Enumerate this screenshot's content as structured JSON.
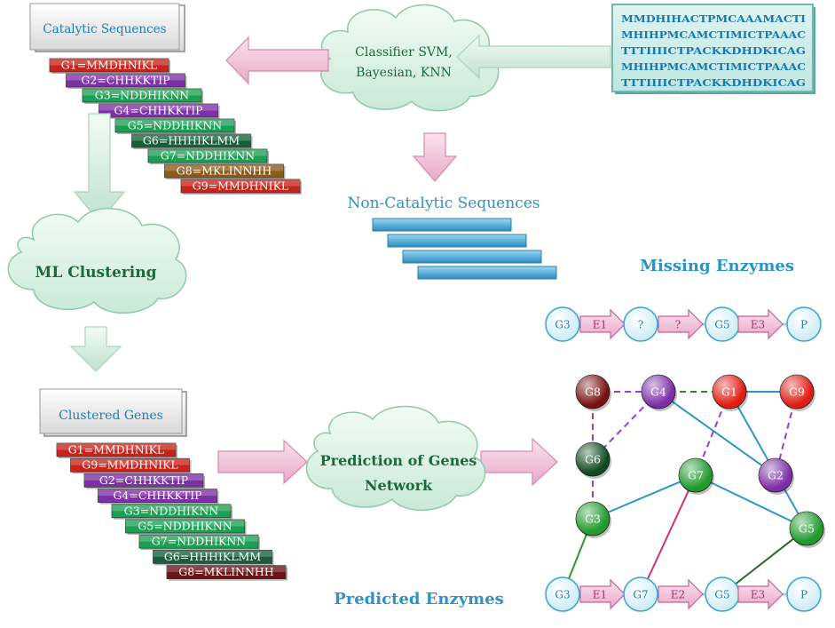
{
  "labels": {
    "catalytic": "Catalytic Sequences",
    "classifier_line1": "Classifier SVM,",
    "classifier_line2": "Bayesian, KNN",
    "non_catalytic": "Non-Catalytic Sequences",
    "ml_clustering": "ML Clustering",
    "missing_enzymes": "Missing Enzymes",
    "clustered_genes": "Clustered Genes",
    "prediction_line1": "Prediction of Genes",
    "prediction_line2": "Network",
    "predicted_enzymes": "Predicted Enzymes"
  },
  "input_sequences": [
    "MMDHIHACTPMCAAAMACTI",
    "MHIHPMCAMCTIMICTPAAAC",
    "TTTIIIICTPACKKDHDKICAG",
    "MHIHPMCAMCTIMICTPAAAC",
    "TTTIIIICTPACKKDHDKICAG"
  ],
  "catalytic_genes": [
    {
      "label": "G1=MMDHNIKL",
      "color": "#c8221a"
    },
    {
      "label": "G2=CHHKKTIP",
      "color": "#7d2fa8"
    },
    {
      "label": "G3=NDDHIKNN",
      "color": "#1aa052"
    },
    {
      "label": "G4=CHHKKTIP",
      "color": "#7d2fa8"
    },
    {
      "label": "G5=NDDHIKNN",
      "color": "#1aa052"
    },
    {
      "label": "G6=HHHIKLMM",
      "color": "#15603a"
    },
    {
      "label": "G7=NDDHIKNN",
      "color": "#1aa052"
    },
    {
      "label": "G8=MKLINNHH",
      "color": "#8a5a18"
    },
    {
      "label": "G9=MMDHNIKL",
      "color": "#c8221a"
    }
  ],
  "clustered_genes": [
    {
      "label": "G1=MMDHNIKL",
      "color": "#c8221a"
    },
    {
      "label": "G9=MMDHNIKL",
      "color": "#c8221a"
    },
    {
      "label": "G2=CHHKKTIP",
      "color": "#7d2fa8"
    },
    {
      "label": "G4=CHHKKTIP",
      "color": "#7d2fa8"
    },
    {
      "label": "G3=NDDHIKNN",
      "color": "#1aa052"
    },
    {
      "label": "G5=NDDHIKNN",
      "color": "#1aa052"
    },
    {
      "label": "G7=NDDHIKNN",
      "color": "#1aa052"
    },
    {
      "label": "G6=HHHIKLMM",
      "color": "#15603a"
    },
    {
      "label": "G8=MKLINNHH",
      "color": "#6b1414"
    }
  ],
  "missing_pathway": [
    "G3",
    "E1",
    "?",
    "?",
    "G5",
    "E3",
    "P"
  ],
  "predicted_pathway": [
    "G3",
    "E1",
    "G7",
    "E2",
    "G5",
    "E3",
    "P"
  ],
  "network": {
    "nodes": [
      {
        "id": "G8",
        "color": "#7a1212"
      },
      {
        "id": "G4",
        "color": "#7d2fa8"
      },
      {
        "id": "G1",
        "color": "#e01d12"
      },
      {
        "id": "G9",
        "color": "#e01d12"
      },
      {
        "id": "G6",
        "color": "#0f4a22"
      },
      {
        "id": "G7",
        "color": "#1f9a2c"
      },
      {
        "id": "G2",
        "color": "#7d2fa8"
      },
      {
        "id": "G3",
        "color": "#1f9a2c"
      },
      {
        "id": "G5",
        "color": "#1f9a2c"
      }
    ],
    "edges": [
      {
        "from": "G8",
        "to": "G4",
        "style": "dashed",
        "color": "#9b3fc4"
      },
      {
        "from": "G4",
        "to": "G1",
        "style": "dashed",
        "color": "#2a8a2a"
      },
      {
        "from": "G1",
        "to": "G9",
        "style": "solid",
        "color": "#2a9ac4"
      },
      {
        "from": "G8",
        "to": "G6",
        "style": "dashed",
        "color": "#9b3fc4"
      },
      {
        "from": "G4",
        "to": "G6",
        "style": "dashed",
        "color": "#9b3fc4"
      },
      {
        "from": "G4",
        "to": "G2",
        "style": "solid",
        "color": "#2a9ac4"
      },
      {
        "from": "G1",
        "to": "G7",
        "style": "dashed",
        "color": "#9b3fc4"
      },
      {
        "from": "G9",
        "to": "G2",
        "style": "dashed",
        "color": "#9b3fc4"
      },
      {
        "from": "G1",
        "to": "G5",
        "style": "solid",
        "color": "#2a9ac4"
      },
      {
        "from": "G6",
        "to": "G3",
        "style": "dashed",
        "color": "#9b3fc4"
      },
      {
        "from": "G7",
        "to": "G3",
        "style": "solid",
        "color": "#2a9ac4"
      },
      {
        "from": "G7",
        "to": "G5",
        "style": "solid",
        "color": "#2a9ac4"
      },
      {
        "from": "G3",
        "to": "pG3",
        "style": "solid",
        "color": "#2a9a2a"
      },
      {
        "from": "G7",
        "to": "pG7",
        "style": "solid",
        "color": "#d0307a"
      },
      {
        "from": "G5",
        "to": "pG5",
        "style": "solid",
        "color": "#2a6a2a"
      }
    ]
  }
}
